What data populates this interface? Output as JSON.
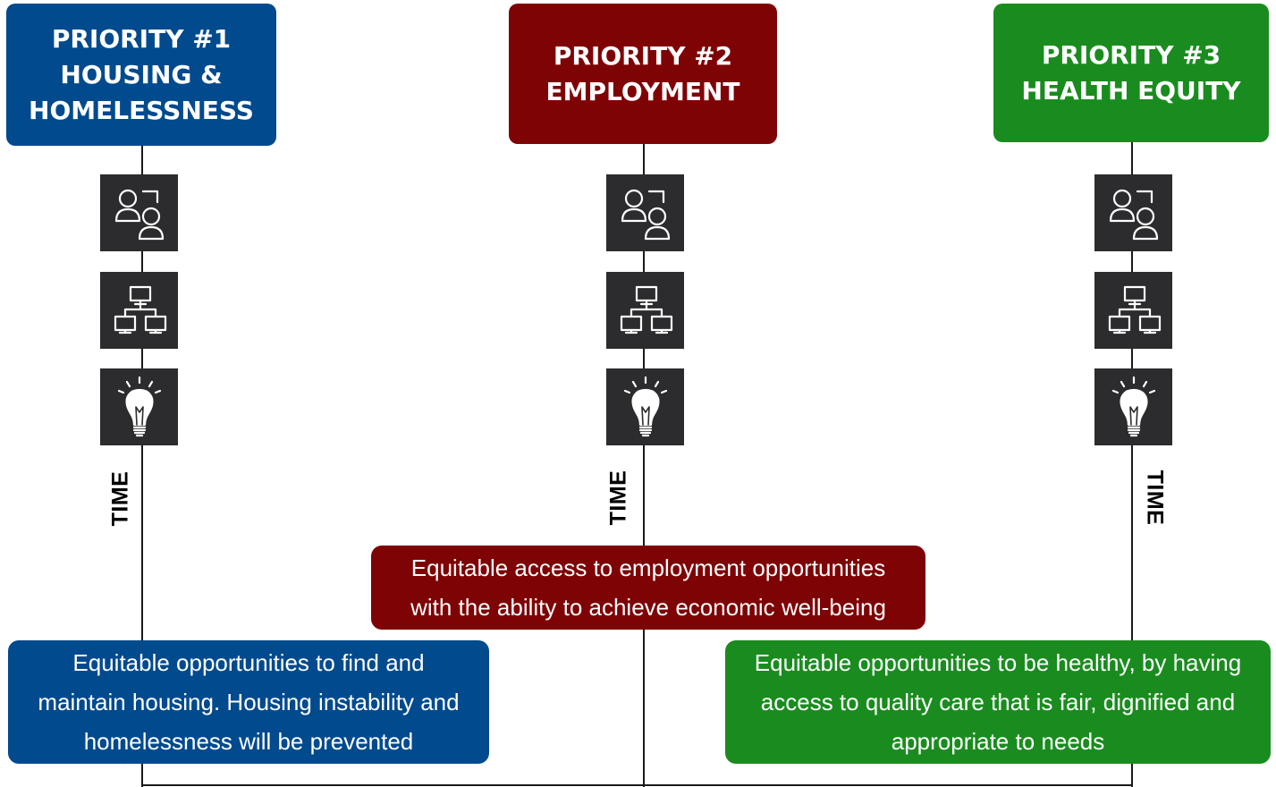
{
  "colors": {
    "priority_1": "#004a8d",
    "priority_2": "#7e0305",
    "priority_3": "#1a8c1f",
    "icon_background": "#2c2c2e",
    "connector": "#1a1a1a"
  },
  "priorities": [
    {
      "title_lines": [
        "PRIORITY #1",
        "HOUSING &",
        "HOMELESSNESS"
      ],
      "time_label": "TIME",
      "outcome_lines": [
        "Equitable opportunities to find and",
        "maintain housing. Housing instability and",
        "homelessness will be prevented"
      ]
    },
    {
      "title_lines": [
        "PRIORITY #2",
        "EMPLOYMENT"
      ],
      "time_label": "TIME",
      "outcome_lines": [
        "Equitable access to employment opportunities",
        "with the ability to achieve economic well-being"
      ]
    },
    {
      "title_lines": [
        "PRIORITY #3",
        "HEALTH EQUITY"
      ],
      "time_label": "TIME",
      "outcome_lines": [
        "Equitable opportunities to be healthy, by having",
        "access to quality care that is fair, dignified and",
        "appropriate to needs"
      ]
    }
  ],
  "icons": [
    "people-icon",
    "network-icon",
    "lightbulb-icon"
  ]
}
